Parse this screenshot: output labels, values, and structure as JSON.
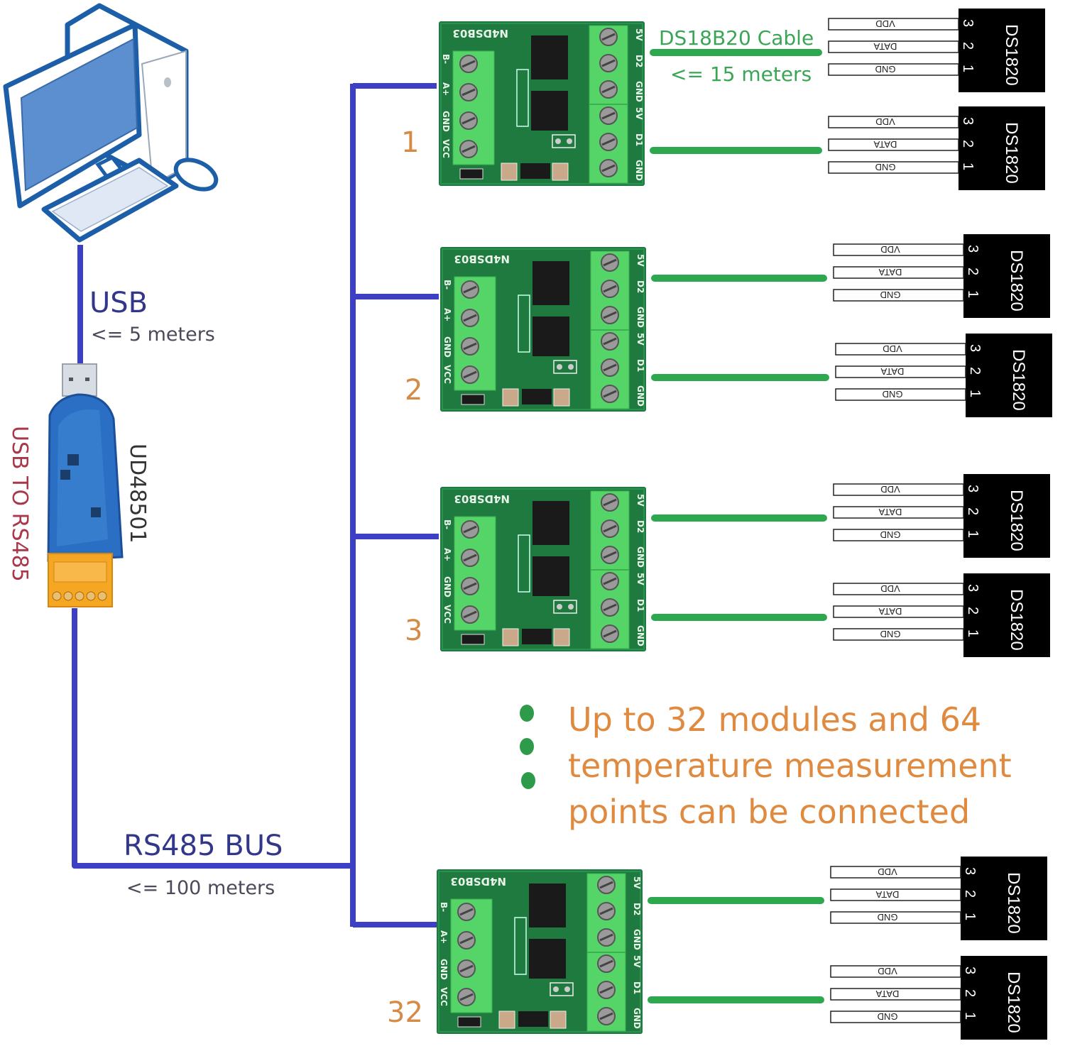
{
  "computer": {
    "label": "computer-icon"
  },
  "usb": {
    "title": "USB",
    "length": "<= 5 meters"
  },
  "converter": {
    "function_label": "USB TO RS485",
    "model_label": "UD48501"
  },
  "rs485": {
    "title": "RS485 BUS",
    "length": "<= 100 meters"
  },
  "cable": {
    "title": "DS18B20 Cable",
    "length": "<= 15 meters"
  },
  "modules": [
    {
      "number": "1",
      "board_name": "N4DSB03",
      "left_pins": [
        "B-",
        "A+",
        "GND",
        "VCC"
      ],
      "right_pins": [
        "5V",
        "D2",
        "GND",
        "5V",
        "D1",
        "GND"
      ]
    },
    {
      "number": "2",
      "board_name": "N4DSB03",
      "left_pins": [
        "B-",
        "A+",
        "GND",
        "VCC"
      ],
      "right_pins": [
        "5V",
        "D2",
        "GND",
        "5V",
        "D1",
        "GND"
      ]
    },
    {
      "number": "3",
      "board_name": "N4DSB03",
      "left_pins": [
        "B-",
        "A+",
        "GND",
        "VCC"
      ],
      "right_pins": [
        "5V",
        "D2",
        "GND",
        "5V",
        "D1",
        "GND"
      ]
    },
    {
      "number": "32",
      "board_name": "N4DSB03",
      "left_pins": [
        "B-",
        "A+",
        "GND",
        "VCC"
      ],
      "right_pins": [
        "5V",
        "D2",
        "GND",
        "5V",
        "D1",
        "GND"
      ]
    }
  ],
  "sensor": {
    "name": "DS1820",
    "pins": [
      {
        "num": "3",
        "label": "VDD"
      },
      {
        "num": "2",
        "label": "DATA"
      },
      {
        "num": "1",
        "label": "GND"
      }
    ]
  },
  "note": {
    "lines": [
      "Up to 32 modules and 64",
      "temperature measurement",
      "points can be connected"
    ],
    "bullet_count": 3
  },
  "colors": {
    "bus_blue": "#3d3fc4",
    "cable_green": "#2ea84f",
    "label_orange": "#d58a45",
    "pcb_green": "#1e7a3e",
    "terminal_green": "#55d468",
    "converter_blue": "#2b6fc4",
    "converter_orange": "#f5a623",
    "sensor_black": "#000000"
  }
}
